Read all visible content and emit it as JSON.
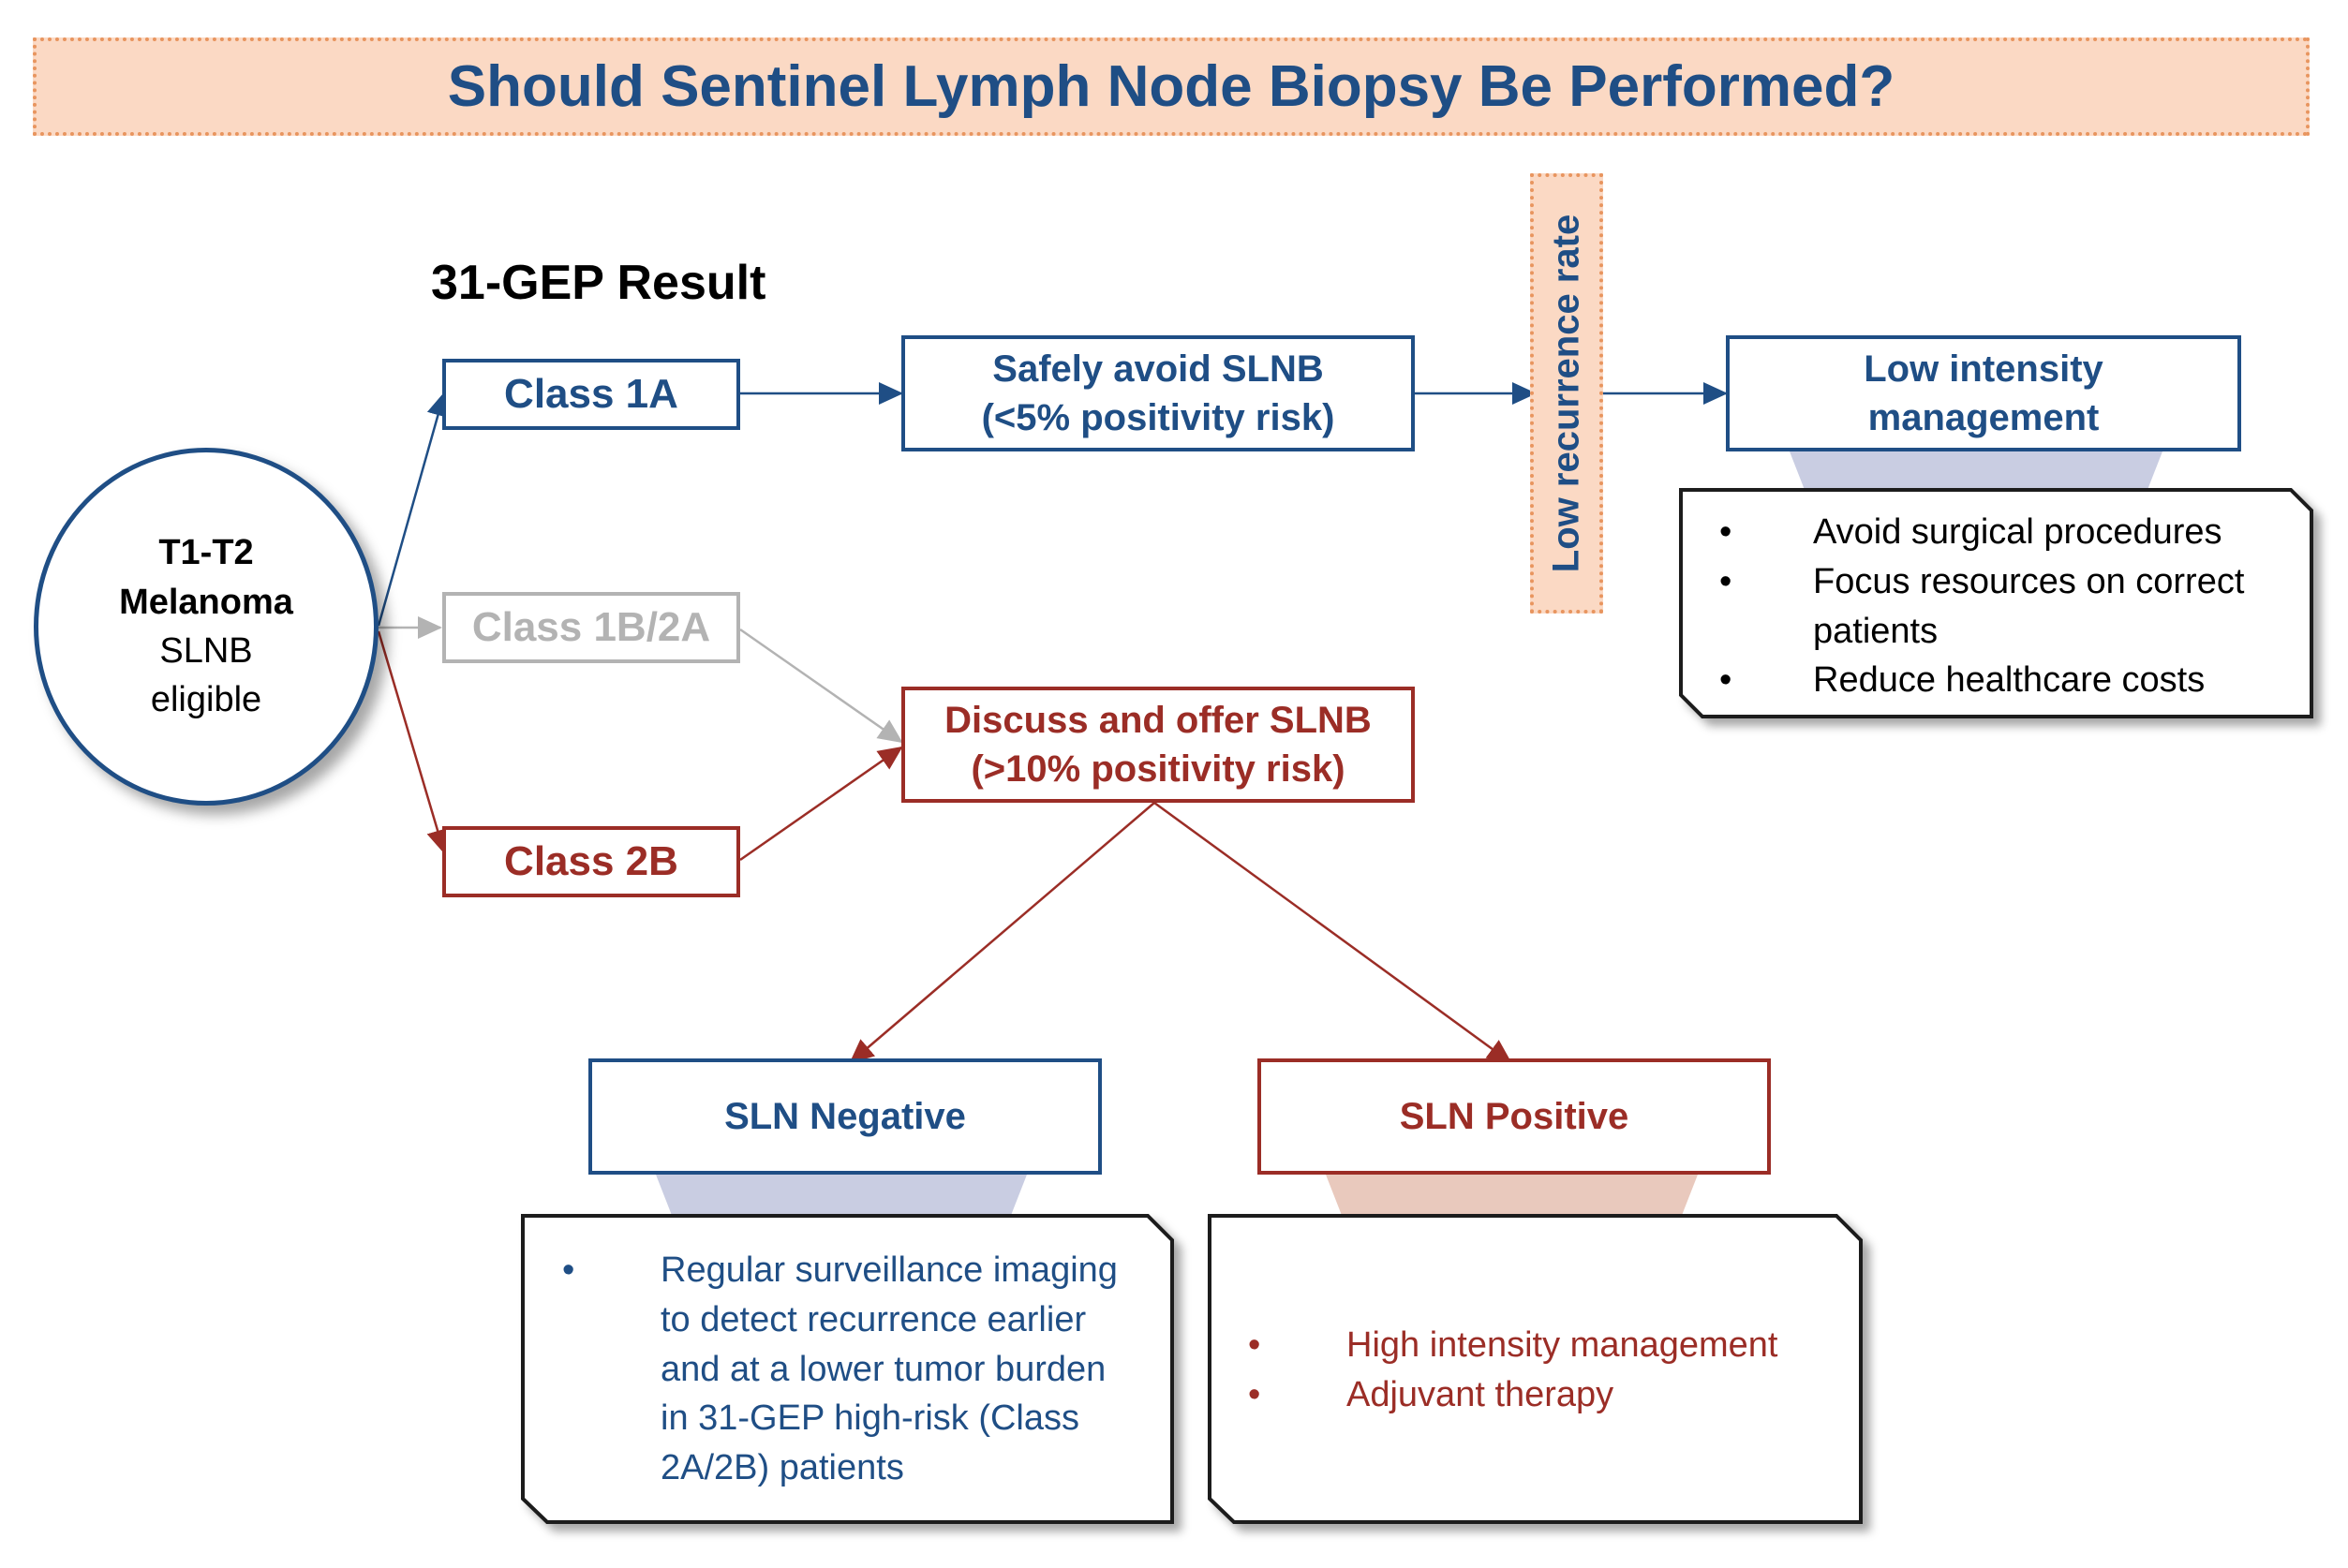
{
  "title": "Should Sentinel Lymph Node Biopsy Be Performed?",
  "start": {
    "line1": "T1-T2",
    "line2": "Melanoma",
    "line3": "SLNB",
    "line4": "eligible"
  },
  "result_heading": "31-GEP Result",
  "classes": {
    "class_1a": "Class 1A",
    "class_1b2a": "Class 1B/2A",
    "class_2b": "Class 2B"
  },
  "avoid": {
    "line1": "Safely avoid SLNB",
    "line2": "(<5% positivity risk)"
  },
  "discuss": {
    "line1": "Discuss and offer SLNB",
    "line2": "(>10% positivity risk)"
  },
  "low_recurrence": "Low recurrence rate",
  "low_intensity": {
    "line1": "Low intensity",
    "line2": "management"
  },
  "low_intensity_points": [
    "Avoid surgical procedures",
    "Focus resources on correct patients",
    "Reduce healthcare costs"
  ],
  "sln_negative": "SLN Negative",
  "sln_negative_points": [
    "Regular surveillance imaging to detect recurrence earlier and at a lower tumor burden in 31-GEP high-risk (Class 2A/2B) patients"
  ],
  "sln_positive": "SLN Positive",
  "sln_positive_points": [
    "High intensity management",
    "Adjuvant therapy"
  ],
  "colors": {
    "blue": "#1f4e85",
    "red": "#9b2d26",
    "grey": "#b3b3b3",
    "peach": "#fbd9c4",
    "peach_border": "#e8955f",
    "funnel_blue": "#c9cde2",
    "funnel_red": "#e9c9bd"
  }
}
